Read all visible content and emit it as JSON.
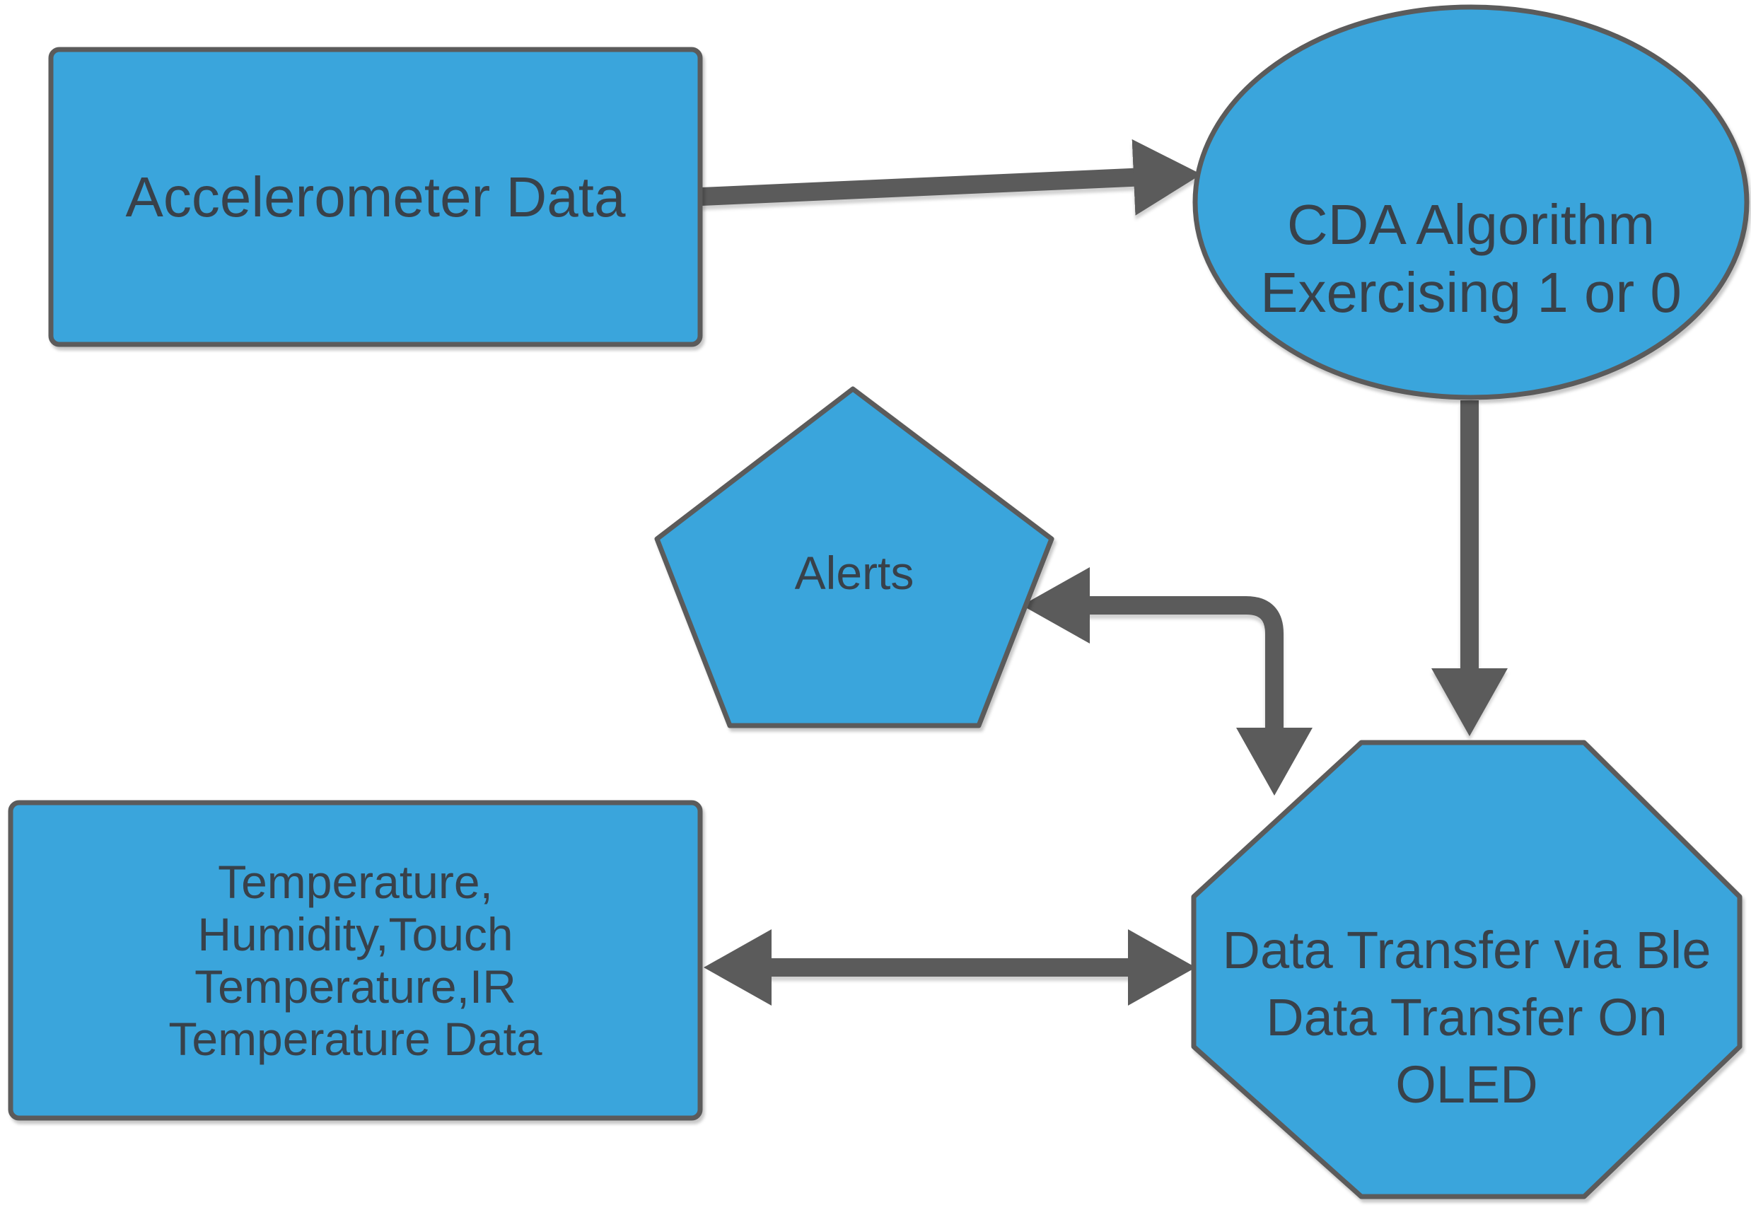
{
  "theme": {
    "background": "#ffffff",
    "node_fill": "#3aa5dc",
    "node_border": "#5b5b5b",
    "arrow_color": "#5b5b5b",
    "text_color": "#38414a"
  },
  "nodes": {
    "accelerometer": {
      "shape": "rectangle",
      "label": "Accelerometer Data"
    },
    "cda": {
      "shape": "ellipse",
      "lines": [
        "CDA Algorithm",
        "Exercising 1 or 0"
      ]
    },
    "alerts": {
      "shape": "pentagon",
      "label": "Alerts"
    },
    "sensors": {
      "shape": "rectangle",
      "lines": [
        "Temperature,",
        "Humidity,Touch",
        "Temperature,IR",
        "Temperature Data"
      ]
    },
    "transfer": {
      "shape": "octagon",
      "lines": [
        "Data Transfer via Ble",
        "Data Transfer On",
        "OLED"
      ]
    }
  },
  "edges": [
    {
      "from": "accelerometer",
      "to": "cda",
      "type": "arrow"
    },
    {
      "from": "cda",
      "to": "transfer",
      "type": "arrow"
    },
    {
      "from": "transfer",
      "to": "alerts",
      "type": "double-arrow-elbow"
    },
    {
      "from": "sensors",
      "to": "transfer",
      "type": "double-arrow"
    }
  ]
}
